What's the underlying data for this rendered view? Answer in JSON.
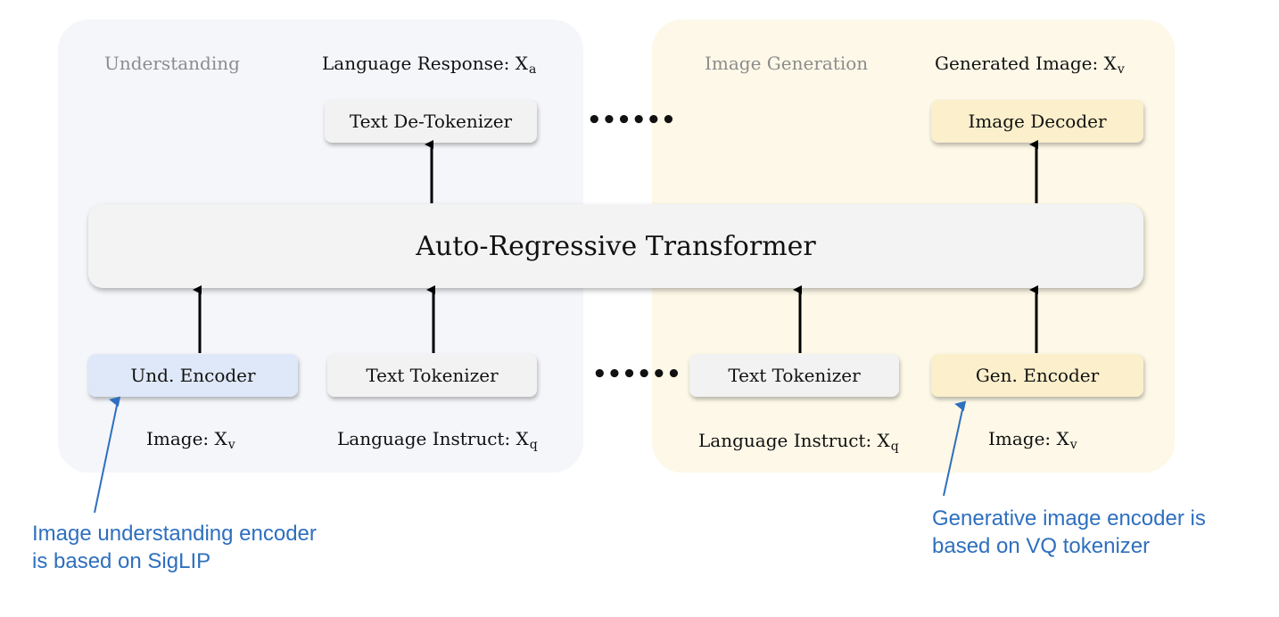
{
  "understanding": {
    "title": "Understanding",
    "output_label": "Language Response: X",
    "output_sub": "a",
    "detokenizer": "Text De-Tokenizer",
    "encoder": "Und. Encoder",
    "text_tokenizer": "Text Tokenizer",
    "image_input_label": "Image: X",
    "image_input_sub": "v",
    "instruct_label": "Language Instruct: X",
    "instruct_sub": "q"
  },
  "generation": {
    "title": "Image Generation",
    "output_label": "Generated Image: X",
    "output_sub": "v",
    "decoder": "Image Decoder",
    "text_tokenizer": "Text Tokenizer",
    "encoder": "Gen. Encoder",
    "instruct_label": "Language Instruct: X",
    "instruct_sub": "q",
    "image_input_label": "Image: X",
    "image_input_sub": "v"
  },
  "transformer": "Auto-Regressive Transformer",
  "ellipsis": "••••••",
  "annotations": {
    "left_line1": "Image understanding encoder",
    "left_line2": "is based on SigLIP",
    "right_line1": "Generative image encoder is",
    "right_line2": "based on VQ tokenizer"
  },
  "colors": {
    "understanding_panel": "#f4f6fa",
    "generation_panel": "#fdf8e7",
    "und_encoder": "#dfe8f8",
    "gen_blocks": "#fbefcc",
    "annotation": "#2e6fbe"
  }
}
